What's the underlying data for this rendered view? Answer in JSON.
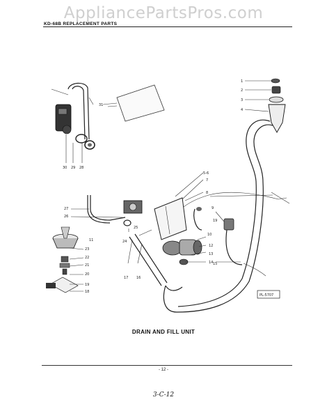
{
  "watermark": "AppliancePartsPros.com",
  "header": "KD-68B REPLACEMENT PARTS",
  "figure_id": "PL-5707",
  "caption": "DRAIN AND FILL UNIT",
  "page_number": "- 12 -",
  "handwritten_note": "3-C-12",
  "callouts": {
    "c1": "1",
    "c2": "2",
    "c3": "3",
    "c4": "4",
    "c5": "5-6",
    "c7": "7",
    "c8": "8",
    "c9": "9",
    "c10": "10",
    "c11": "11",
    "c12": "12",
    "c13": "13",
    "c14": "14",
    "c15": "15",
    "c16": "16",
    "c17": "17",
    "c18": "18",
    "c19": "19",
    "c20": "20",
    "c21": "21",
    "c22": "22",
    "c23": "23",
    "c24": "24",
    "c25": "25",
    "c26": "26",
    "c27": "27",
    "c28": "28",
    "c29": "29",
    "c30": "30",
    "c31": "31",
    "c31b": "31"
  }
}
